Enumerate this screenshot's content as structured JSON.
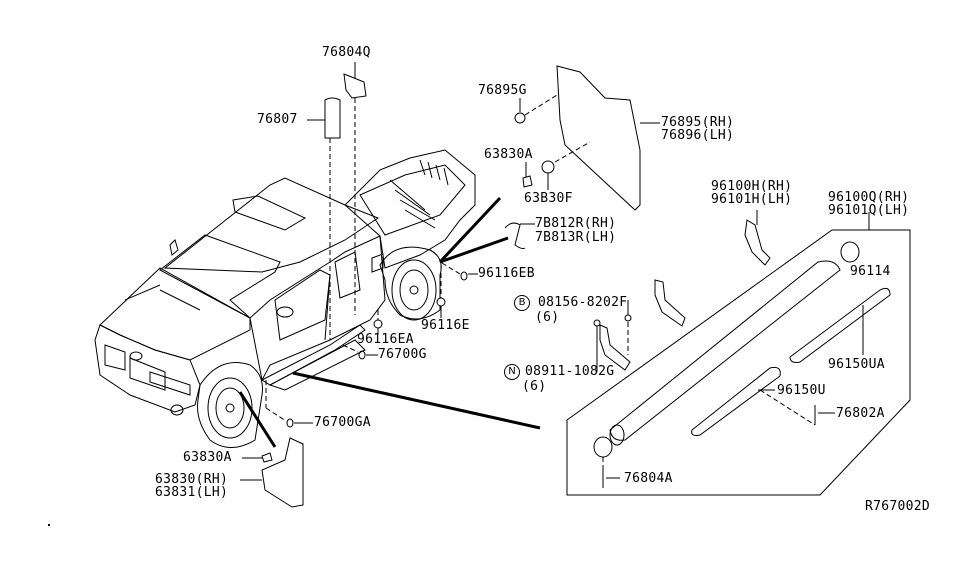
{
  "diagram": {
    "title": "Nissan Frontier body side trim / mud guard / step parts diagram",
    "reference_code": "R767002D",
    "callouts": [
      {
        "id": "76804Q",
        "text": "76804Q"
      },
      {
        "id": "76807",
        "text": "76807"
      },
      {
        "id": "76895G",
        "text": "76895G"
      },
      {
        "id": "76895-76896",
        "line1": "76895(RH)",
        "line2": "76896(LH)"
      },
      {
        "id": "63830A-top",
        "text": "63830A"
      },
      {
        "id": "63830F",
        "text": "63B30F"
      },
      {
        "id": "78812R-78813R",
        "line1": "7B812R(RH)",
        "line2": "7B813R(LH)"
      },
      {
        "id": "96116EB",
        "text": "96116EB"
      },
      {
        "id": "96116E",
        "text": "96116E"
      },
      {
        "id": "96116EA",
        "text": "96116EA"
      },
      {
        "id": "76700G",
        "text": "76700G"
      },
      {
        "id": "76700GA",
        "text": "76700GA"
      },
      {
        "id": "63830A-bottom",
        "text": "63830A"
      },
      {
        "id": "63830-63831",
        "line1": "63830(RH)",
        "line2": "63831(LH)"
      },
      {
        "id": "96100H-96101H",
        "line1": "96100H(RH)",
        "line2": "96101H(LH)"
      },
      {
        "id": "96100Q-96101Q",
        "line1": "96100Q(RH)",
        "line2": "96101Q(LH)"
      },
      {
        "id": "96114",
        "text": "96114"
      },
      {
        "id": "08156-8202F",
        "symbol": "B",
        "text": "08156-8202F",
        "qty": "(6)"
      },
      {
        "id": "08911-1082G",
        "symbol": "N",
        "text": "08911-1082G",
        "qty": "(6)"
      },
      {
        "id": "96150UA",
        "text": "96150UA"
      },
      {
        "id": "96150U",
        "text": "96150U"
      },
      {
        "id": "76802A",
        "text": "76802A"
      },
      {
        "id": "76804A",
        "text": "76804A"
      }
    ]
  }
}
